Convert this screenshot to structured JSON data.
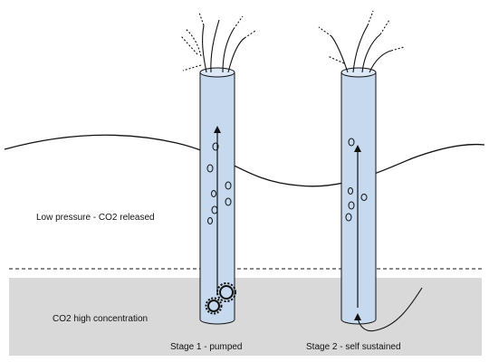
{
  "labels": {
    "low_pressure": "Low pressure - CO2 released",
    "co2_high": "CO2  high concentration",
    "stage1": "Stage 1 - pumped",
    "stage2": "Stage 2 - self sustained"
  },
  "colors": {
    "ground": "#d9d9d9",
    "tube_fill": "#c6d9ee",
    "tube_rim": "#dce8f5",
    "stroke": "#111111"
  },
  "icons": {
    "pump": "gear-icon"
  }
}
